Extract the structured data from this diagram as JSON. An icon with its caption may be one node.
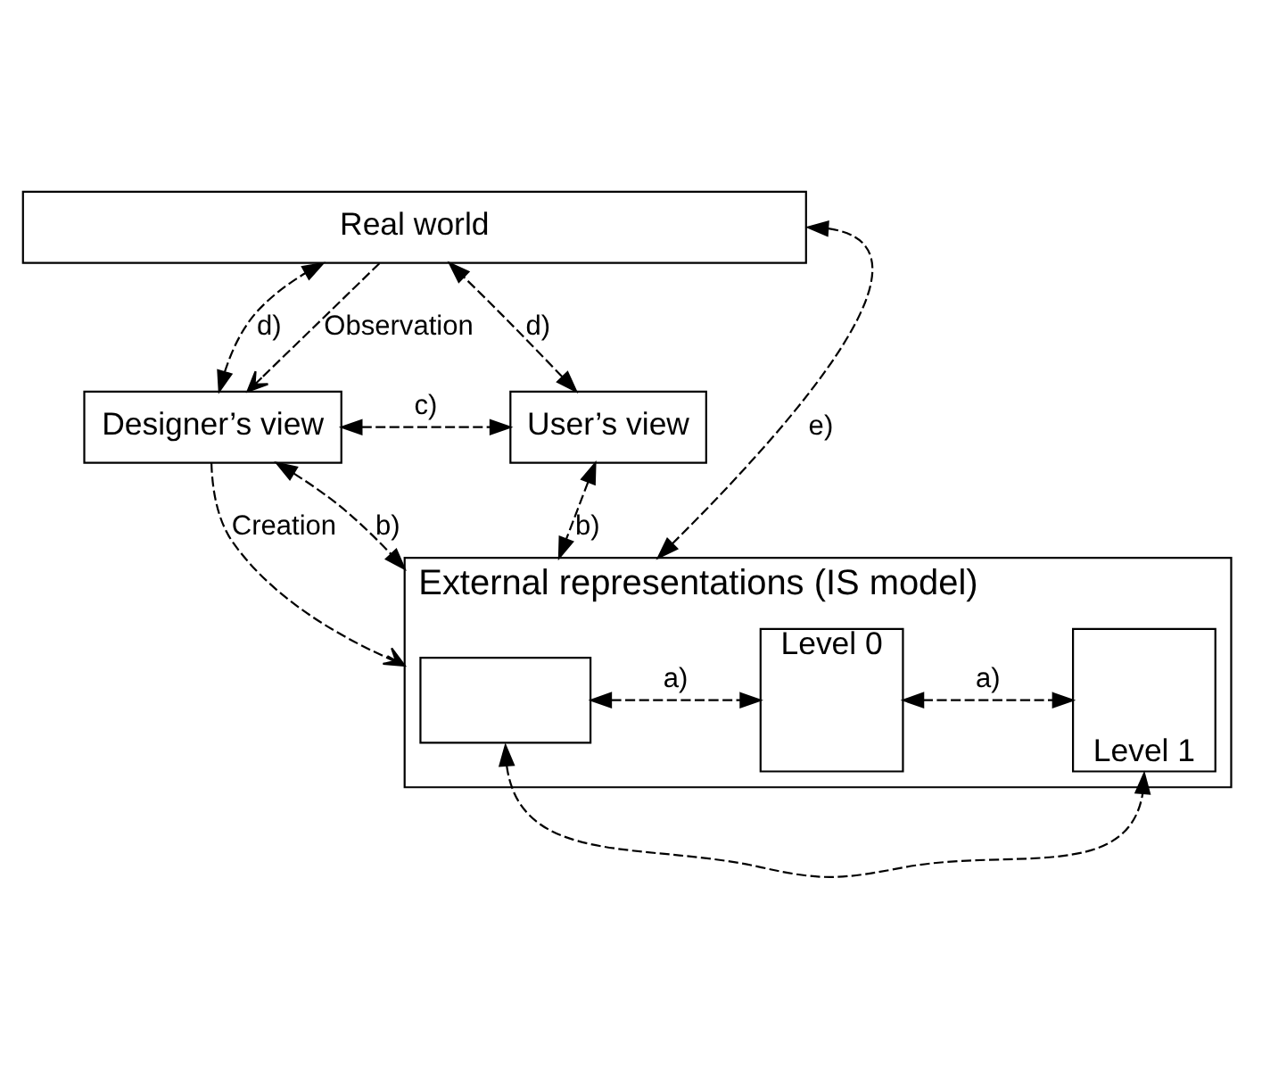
{
  "diagram": {
    "nodes": [
      {
        "text": [
          "Real world"
        ]
      },
      {
        "text": [
          "Designer’s view"
        ]
      },
      {
        "text": [
          "User’s view"
        ]
      },
      {
        "text": [
          "External representations (IS model)"
        ]
      },
      {
        "text": [],
        "shape": "box",
        "in": 3
      },
      {
        "text": [
          "Level 0"
        ],
        "in": 3
      },
      {
        "text": [
          "Level 1"
        ],
        "in": 3
      }
    ],
    "edges": [
      {
        "from": 0,
        "to": 1,
        "arrow": "to",
        "label": "Observation",
        "style": "dashed"
      },
      {
        "from": 1,
        "to": 0,
        "arrow": "both",
        "label": "d)",
        "style": "dashed"
      },
      {
        "from": 2,
        "to": 0,
        "arrow": "both",
        "label": "d)",
        "style": "dashed"
      },
      {
        "from": 1,
        "to": 2,
        "arrow": "both",
        "label": "c)",
        "style": "dashed"
      },
      {
        "from": 1,
        "to": 3,
        "arrow": "to",
        "label": "Creation",
        "style": "dashed"
      },
      {
        "from": 1,
        "to": 3,
        "arrow": "both",
        "label": "b)",
        "style": "dashed"
      },
      {
        "from": 2,
        "to": 3,
        "arrow": "both",
        "label": "b)",
        "style": "dashed"
      },
      {
        "from": 0,
        "to": 3,
        "arrow": "both",
        "label": "e)",
        "style": "dashed"
      },
      {
        "from": 4,
        "to": 5,
        "arrow": "both",
        "label": "a)",
        "style": "dashed"
      },
      {
        "from": 4,
        "to": 6,
        "arrow": "both",
        "style": "dashed"
      },
      {
        "from": 5,
        "to": 6,
        "arrow": "both",
        "label": "a)",
        "style": "dashed"
      }
    ]
  }
}
